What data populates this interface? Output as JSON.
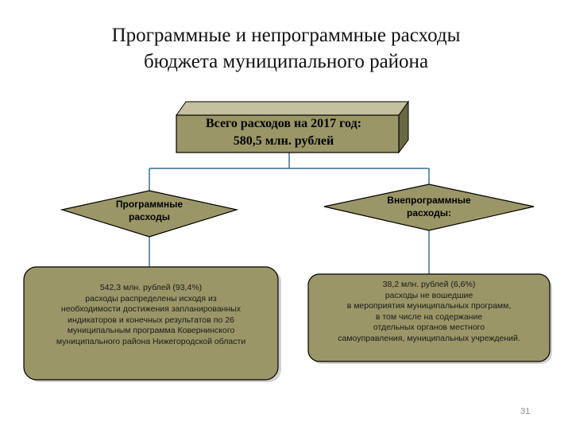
{
  "slide": {
    "title_lines": [
      "Программные и непрограммные расходы",
      "бюджета муниципального района"
    ],
    "page_number": "31"
  },
  "colors": {
    "fill": "#9a9667",
    "fill_dark": "#6a6842",
    "fill_light": "#c4c0a0",
    "stroke": "#000000",
    "connector": "#3a6e8f"
  },
  "total": {
    "lines": [
      "Всего расходов на 2017 год:",
      "580,5 млн. рублей"
    ]
  },
  "branches": {
    "program": {
      "label_lines": [
        "Программные",
        "расходы"
      ],
      "description_lines": [
        "542,3 млн. рублей (93,4%)",
        "расходы распределены исходя из",
        "необходимости достижения запланированных",
        "индикаторов и конечных результатов по 26",
        "муниципальным программа  Ковернинского",
        "муниципального района Нижегородской области"
      ]
    },
    "nonprogram": {
      "label_lines": [
        "Внепрограммные",
        "расходы:"
      ],
      "description_lines": [
        "38,2 млн. рублей (6,6%)",
        "расходы не вошедшие",
        "в мероприятия муниципальных программ,",
        "в том числе на содержание",
        "отдельных органов местного",
        "самоуправления, муниципальных учреждений."
      ]
    }
  }
}
